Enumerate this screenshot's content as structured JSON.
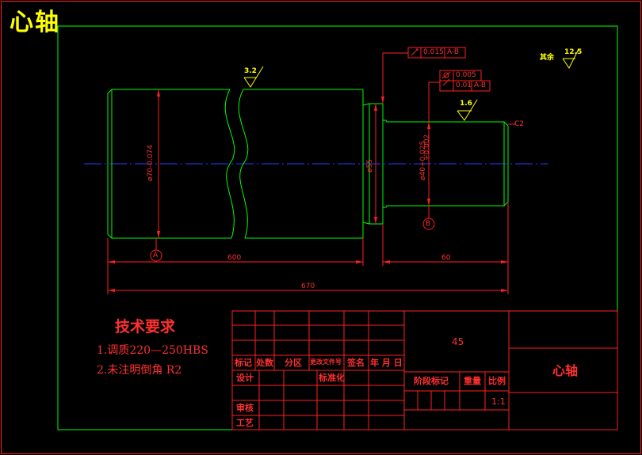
{
  "drawing_title": "心轴",
  "dimensions": {
    "dia_70": "ø70-0.074",
    "dia_55": "ø55",
    "dia_40": "ø40+0.025",
    "dia_40_lower": "+0.002",
    "len_600": "600",
    "len_60": "60",
    "len_670": "670",
    "chamfer": "C2"
  },
  "datums": {
    "a": "A",
    "b": "B"
  },
  "tolerances": {
    "runout_top": {
      "value": "0.015",
      "datum": "A-B"
    },
    "cyl": {
      "value": "0.005"
    },
    "runout_mid": {
      "value": "0.01",
      "datum": "A-B"
    }
  },
  "roughness": {
    "r32": "3.2",
    "r16": "1.6",
    "r125": "12.5",
    "rest_label": "其余"
  },
  "tech_requirements": {
    "heading": "技术要求",
    "items": [
      "1.调质220—250HBS",
      "2.未注明倒角 R2"
    ]
  },
  "title_block": {
    "material": "45",
    "part_name": "心轴",
    "scale": "1:1",
    "col_mark": "标记",
    "col_count": "处数",
    "col_zone": "分区",
    "col_doc": "更改文件号",
    "col_sign": "签名",
    "col_date": "年 月 日",
    "design": "设计",
    "standard": "标准化",
    "stage": "阶段标记",
    "weight": "重量",
    "ratio": "比例",
    "review": "审核",
    "process": "工艺"
  }
}
